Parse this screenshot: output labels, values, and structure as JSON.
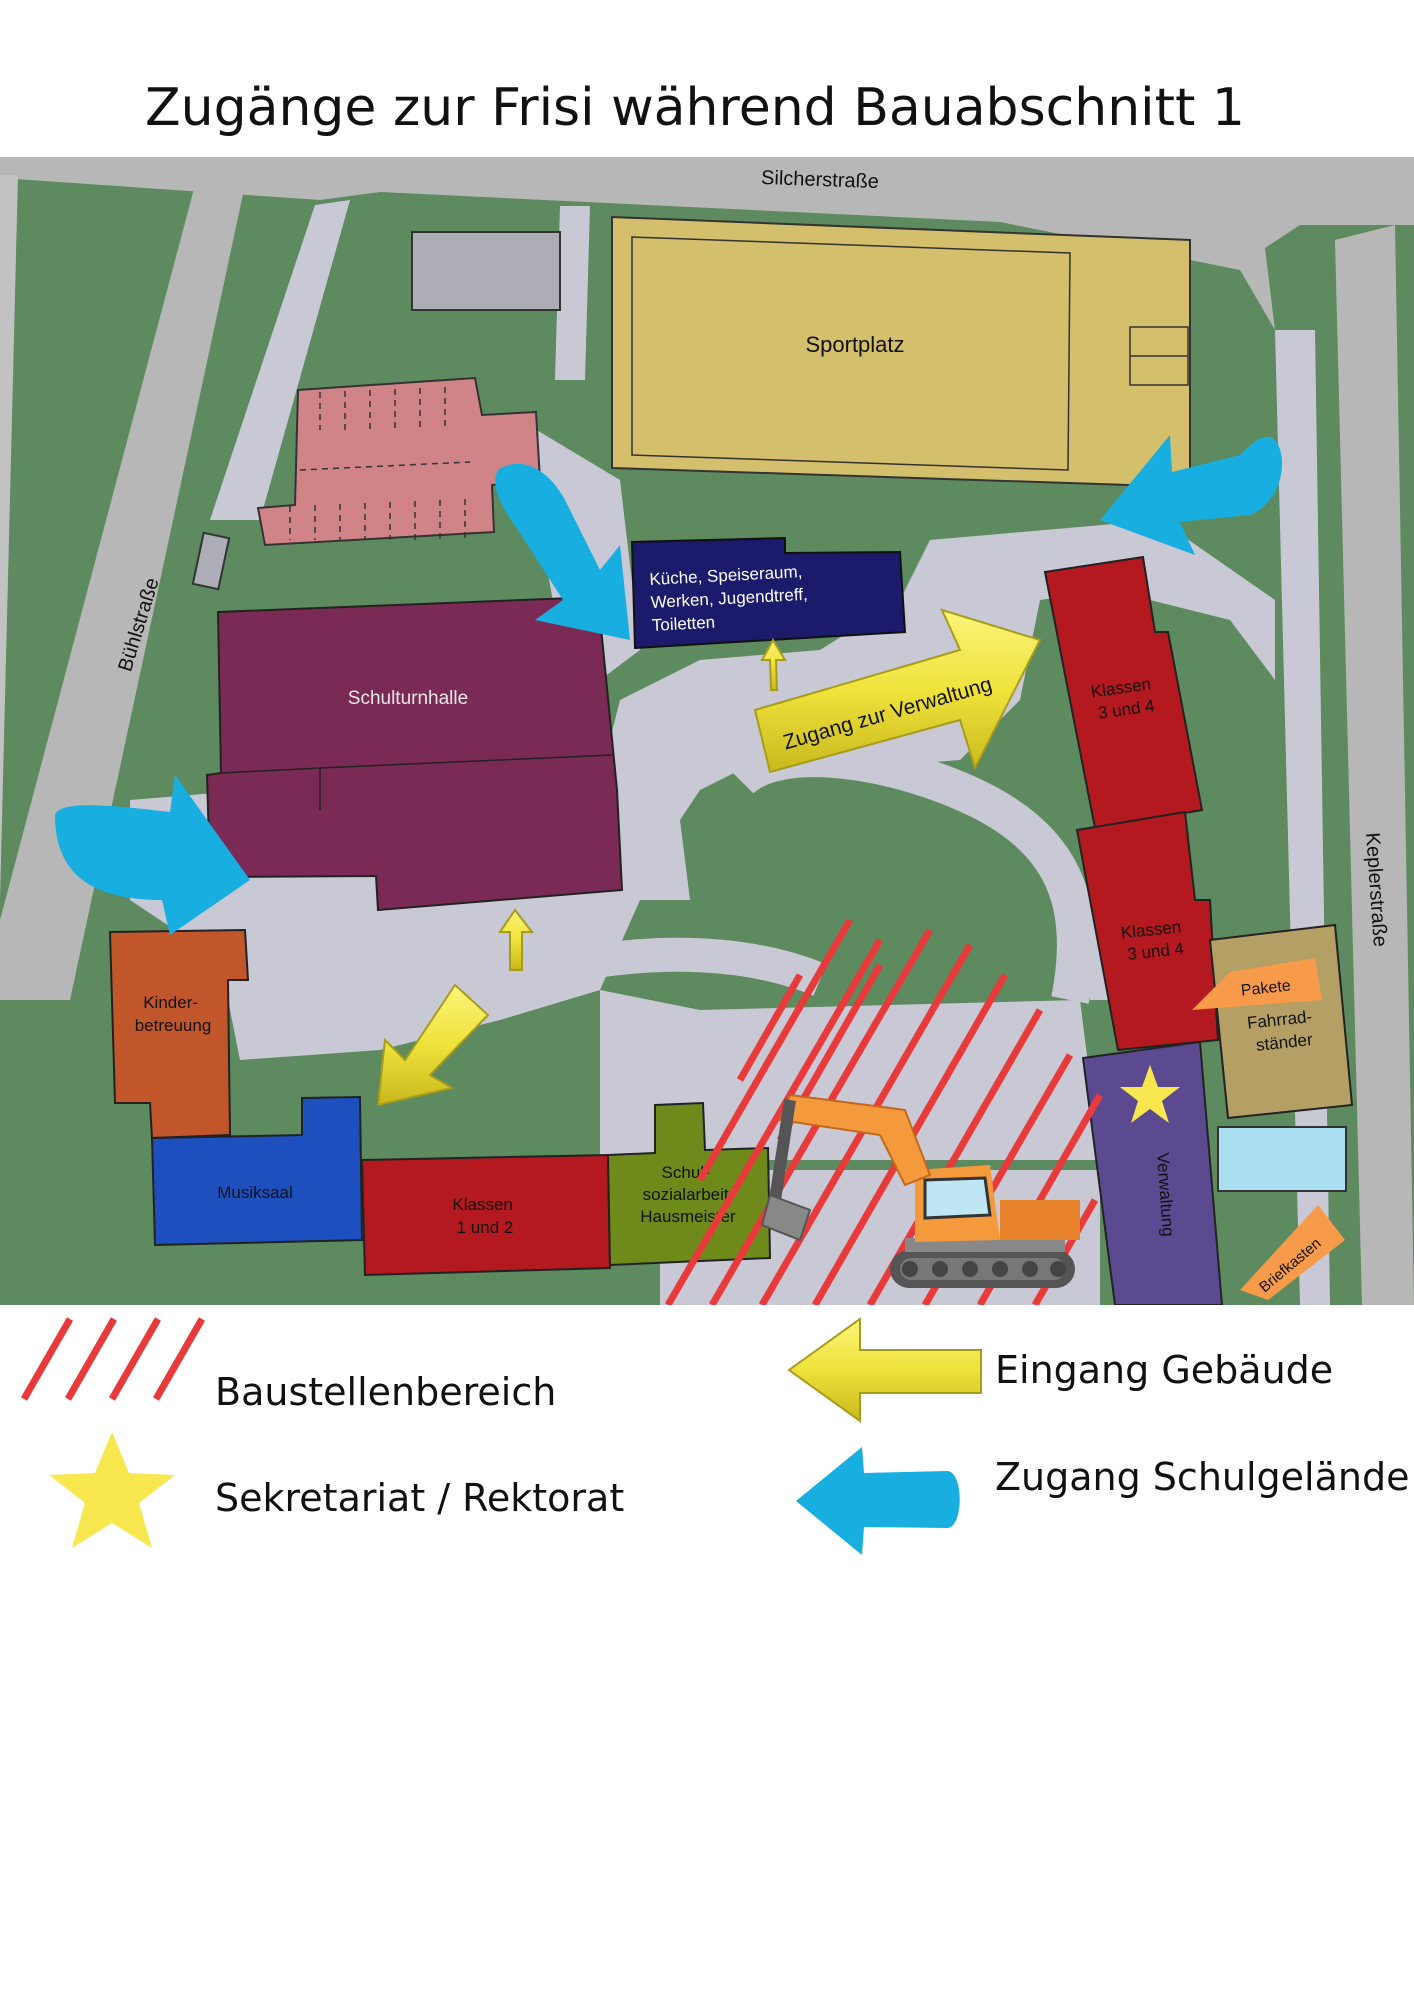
{
  "title": "Zugänge zur Frisi  während Bauabschnitt 1",
  "map": {
    "streets": {
      "north": "Silcherstraße",
      "west": "Bühlstraße",
      "east": "Keplerstraße"
    },
    "buildings": {
      "sportplatz": "Sportplatz",
      "kueche": [
        "Küche, Speiseraum,",
        "Werken, Jugendtreff,",
        "Toiletten"
      ],
      "schulturnhalle": "Schulturnhalle",
      "klassen_3_4_top": [
        "Klassen",
        "3 und 4"
      ],
      "klassen_3_4_bottom": [
        "Klassen",
        "3 und 4"
      ],
      "kinderbetreuung": [
        "Kinder-",
        "betreuung"
      ],
      "musiksaal": "Musiksaal",
      "klassen_1_2": [
        "Klassen",
        "1 und 2"
      ],
      "schulsozialarbeit": [
        "Schul-",
        "sozialarbeit",
        "Hausmeister"
      ],
      "verwaltung": "Verwaltung",
      "fahrradstaender": [
        "Fahrrad-",
        "ständer"
      ],
      "pakete": "Pakete",
      "briefkasten": "Briefkasten"
    },
    "zugang_verwaltung_label": "Zugang zur Verwaltung"
  },
  "colors": {
    "grass": "#5e8a5f",
    "path": "#c9c9d6",
    "street": "#b7b7b7",
    "sportplatz": "#d4bf6c",
    "kueche": "#1c1a6b",
    "schulturnhalle": "#7b2a55",
    "klassen": "#b3191f",
    "kinderbetreuung": "#c2562b",
    "musiksaal": "#1d4fbf",
    "schulsozialarbeit": "#6d8a1a",
    "verwaltung": "#5c4a90",
    "fahrradstaender": "#b4a065",
    "parking": "#d08488",
    "pakete_marker": "#f79a4a",
    "construction_hatch": "#e83a3a",
    "entrance_arrow": "#f2e93f",
    "access_arrow": "#18aee0",
    "star": "#f8e74e"
  },
  "legend": [
    {
      "icon": "construction-hatch-icon",
      "label": "Baustellenbereich"
    },
    {
      "icon": "star-icon",
      "label": "Sekretariat / Rektorat"
    },
    {
      "icon": "yellow-arrow-icon",
      "label": "Eingang Gebäude"
    },
    {
      "icon": "blue-arrow-icon",
      "label": "Zugang Schulgelände"
    }
  ]
}
